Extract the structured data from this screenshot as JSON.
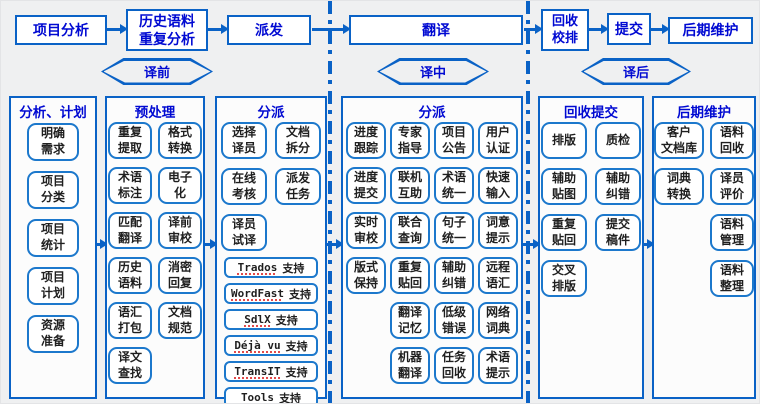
{
  "flow": {
    "steps": [
      "项目分析",
      "历史语料\n重复分析",
      "派发",
      "翻译",
      "回收\n校排",
      "提交",
      "后期维护"
    ]
  },
  "phases": [
    "译前",
    "译中",
    "译后"
  ],
  "columns": [
    {
      "title": "分析、计划",
      "items": [
        "明确\n需求",
        "项目\n分类",
        "项目\n统计",
        "项目\n计划",
        "资源\n准备"
      ]
    },
    {
      "title": "预处理",
      "items": [
        "重复\n提取",
        "格式\n转换",
        "术语\n标注",
        "电子\n化",
        "匹配\n翻译",
        "译前\n审校",
        "历史\n语料",
        "消密\n回复",
        "语汇\n打包",
        "文档\n规范",
        "译文\n查找"
      ]
    },
    {
      "title": "分派",
      "items": [
        "选择\n译员",
        "文档\n拆分",
        "在线\n考核",
        "派发\n任务",
        "译员\n试译"
      ],
      "supports": [
        {
          "en": "Trados",
          "zh": "支持"
        },
        {
          "en": "WordFast",
          "zh": "支持"
        },
        {
          "en": "SdlX",
          "zh": "支持"
        },
        {
          "en": "Déjà vu",
          "zh": "支持"
        },
        {
          "en": "TransIT",
          "zh": "支持"
        },
        {
          "en": "Tools",
          "zh": "支持"
        }
      ]
    },
    {
      "title": "分派",
      "items": [
        "进度\n跟踪",
        "专家\n指导",
        "项目\n公告",
        "用户\n认证",
        "进度\n提交",
        "联机\n互助",
        "术语\n统一",
        "快速\n输入",
        "实时\n审校",
        "联合\n查询",
        "句子\n统一",
        "词意\n提示",
        "版式\n保持",
        "重复\n贴回",
        "辅助\n纠错",
        "远程\n语汇",
        "翻译\n记忆",
        "低级\n错误",
        "网络\n词典",
        "机器\n翻译",
        "任务\n回收",
        "术语\n提示"
      ]
    },
    {
      "title": "回收提交",
      "items": [
        "排版",
        "质检",
        "辅助\n贴图",
        "辅助\n纠错",
        "重复\n贴回",
        "提交\n稿件",
        "交叉\n排版"
      ]
    },
    {
      "title": "后期维护",
      "items": [
        "客户\n文档库",
        "语料\n回收",
        "词典\n转换",
        "译员\n评价",
        "语料\n管理",
        "语料\n整理"
      ]
    }
  ],
  "colors": {
    "line_blue": "#0a62c6",
    "label_blue": "#0009d2",
    "item_text": "#1f1f1f",
    "spellcheck_red": "#e24a4a",
    "background": "#eff0f1"
  }
}
